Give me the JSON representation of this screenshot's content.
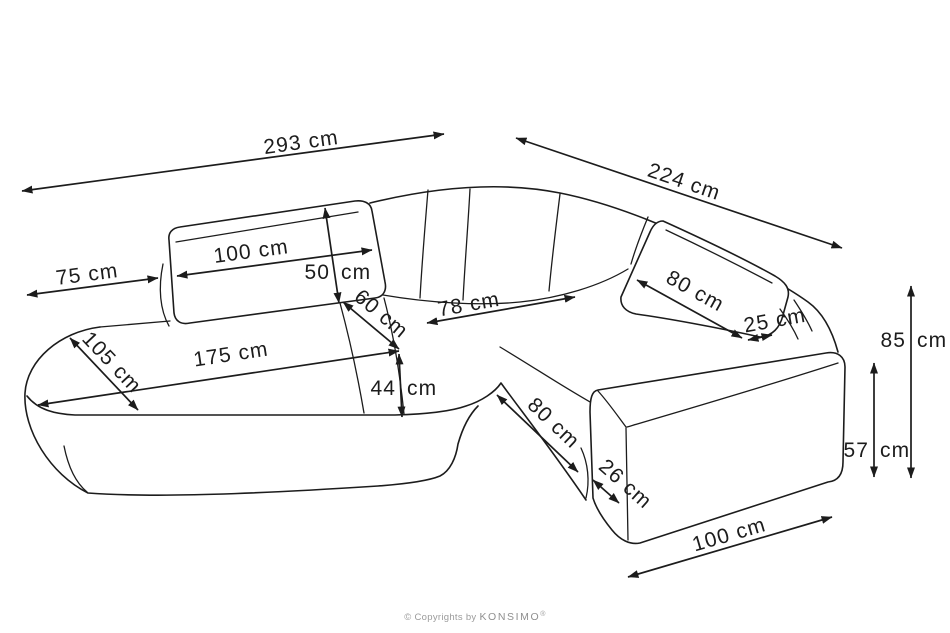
{
  "diagram": {
    "subject": "corner-sofa-dimension-drawing",
    "unit": "cm",
    "line_color": "#1c1c1c",
    "background_color": "#ffffff"
  },
  "dimensions": {
    "overall_width": {
      "label": "293 cm"
    },
    "overall_depth": {
      "label": "224 cm"
    },
    "left_arm_to_backrest": {
      "label": "75 cm"
    },
    "left_backrest_width": {
      "label": "100 cm"
    },
    "left_backrest_height": {
      "value": "50",
      "unit": "cm"
    },
    "corner_seat_depth": {
      "label": "60 cm"
    },
    "corner_inner_width": {
      "label": "78 cm"
    },
    "chaise_depth": {
      "label": "105 cm"
    },
    "chaise_length": {
      "label": "175 cm"
    },
    "seat_height": {
      "value": "44",
      "unit": "cm"
    },
    "right_backrest_width": {
      "label": "80 cm"
    },
    "backrest_armrest_gap": {
      "label": "25 cm"
    },
    "right_seat_depth": {
      "label": "80 cm"
    },
    "armrest_width": {
      "label": "26 cm"
    },
    "armrest_length": {
      "label": "100 cm"
    },
    "armrest_height": {
      "value": "57",
      "unit": "cm"
    },
    "overall_height": {
      "value": "85",
      "unit": "cm"
    }
  },
  "footer": {
    "copyright_prefix": "© Copyrights by",
    "brand": "KONSIMO",
    "registered_mark": "®"
  }
}
